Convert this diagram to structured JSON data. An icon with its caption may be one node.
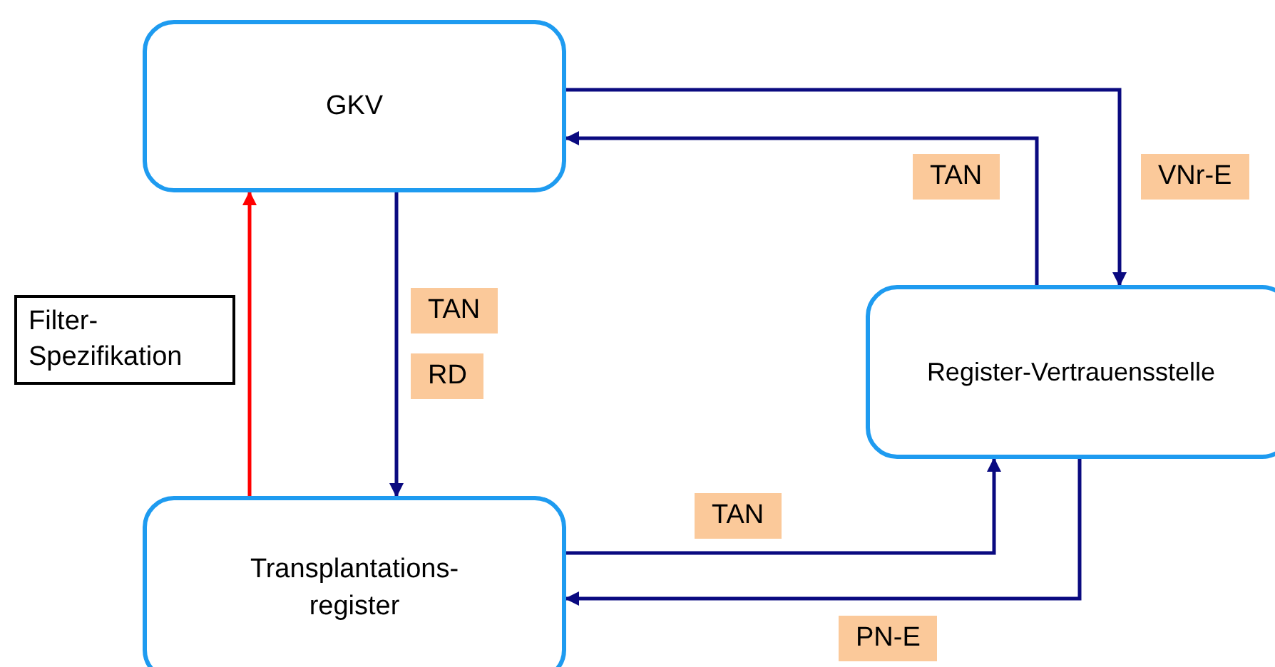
{
  "diagram": {
    "nodes": [
      {
        "text": [
          "GKV"
        ]
      },
      {
        "text": [
          "Register-Vertrauensstelle"
        ]
      },
      {
        "text": [
          "Transplantations- register"
        ]
      },
      {
        "text": [
          "Filter- Spezifikation"
        ]
      }
    ],
    "edges": [
      {
        "from": 0,
        "to": 1,
        "arrow": "to",
        "label": "VNr-E"
      },
      {
        "from": 1,
        "to": 0,
        "arrow": "to",
        "label": "TAN"
      },
      {
        "from": 0,
        "to": 2,
        "arrow": "to",
        "label": "TAN"
      },
      {
        "from": 2,
        "to": 0,
        "arrow": "to",
        "color": "#ff0000"
      },
      {
        "from": 2,
        "to": 1,
        "arrow": "to",
        "label": "TAN"
      },
      {
        "from": 1,
        "to": 2,
        "arrow": "to",
        "label": "PN-E"
      }
    ],
    "labels": [
      "RD"
    ]
  }
}
